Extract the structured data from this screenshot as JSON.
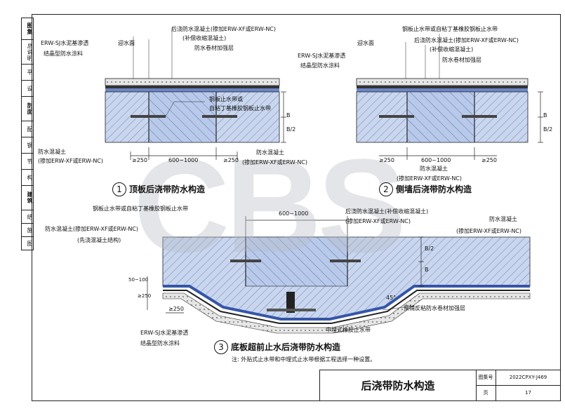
{
  "sidebar": {
    "items": [
      "图集",
      "总说明",
      "平",
      "设",
      "剖面",
      "配",
      "钢",
      "节",
      "构",
      "建筑",
      "结",
      "施",
      "图"
    ]
  },
  "watermark": "CBS",
  "fig1": {
    "title_num": "1",
    "title": "顶板后浇带防水构造",
    "labels": {
      "post_concrete": "后浇防水混凝土(掺加ERW-XF或ERW-NC)",
      "comp_shrink": "(补偿收缩混凝土)",
      "membrane": "防水卷材加强层",
      "coating1": "ERW-SJ水泥基渗透",
      "coating2": "结晶型防水涂料",
      "surface": "迎水面",
      "waterstop1": "钢板止水带或",
      "waterstop2": "自粘丁基橡胶钢板止水带",
      "conc_left1": "防水混凝土",
      "conc_left2": "(掺加ERW-XF或ERW-NC)",
      "conc_right1": "防水混凝土",
      "conc_right2": "(掺加ERW-XF或ERW-NC)",
      "dim_b": "B",
      "dim_b2": "B/2",
      "dim_left": "≥250",
      "dim_mid": "600~1000",
      "dim_right": "≥250"
    }
  },
  "fig2": {
    "title_num": "2",
    "title": "侧墙后浇带防水构造",
    "labels": {
      "waterstop": "钢板止水带或自粘丁基橡胶钢板止水带",
      "post_concrete": "后浇防水混凝土(掺加ERW-XF或ERW-NC)",
      "comp_shrink": "(补偿收缩混凝土)",
      "membrane": "防水卷材加强层",
      "surface": "迎水面",
      "coating1": "ERW-SJ水泥基渗透",
      "coating2": "结晶型防水涂料",
      "dim_b": "B",
      "dim_b2": "B/2",
      "dim_left": "≥250",
      "dim_mid": "600~1000",
      "dim_right": "≥250",
      "conc1": "防水混凝土",
      "conc2": "(掺加ERW-XF或ERW-NC)"
    }
  },
  "fig3": {
    "title_num": "3",
    "title": "底板超前止水后浇带防水构造",
    "note": "注: 外贴式止水带和中埋式止水带根据工程选择一种设置。",
    "labels": {
      "waterstop": "钢板止水带或自粘丁基橡胶钢板止水带",
      "dim_mid": "600~1000",
      "post_concrete1": "后浇防水混凝土(补偿收缩混凝土)",
      "post_concrete2": "(掺加ERW-XF或ERW-NC)",
      "conc_right1": "防水混凝土",
      "conc_right2": "(掺加ERW-XF或ERW-NC)",
      "conc_left1": "防水混凝土(掺加ERW-XF或ERW-NC)",
      "conc_left2": "(先浇混凝土结构)",
      "dim_b": "B",
      "dim_b2": "B/2",
      "dim_left1": "50~100",
      "dim_left2": "≥250",
      "dim_left3": "≥250",
      "angle": "45°",
      "membrane_prefab": "预铺反粘防水卷材加强层",
      "embedded": "中埋式橡胶止水带",
      "coating1": "ERW-SJ水泥基渗透",
      "coating2": "结晶型防水涂料"
    }
  },
  "titleblock": {
    "name": "后浇带防水构造",
    "atlas_label": "图集号",
    "atlas_no": "2022CPXY-J469",
    "page_label": "页",
    "page_no": "17"
  }
}
